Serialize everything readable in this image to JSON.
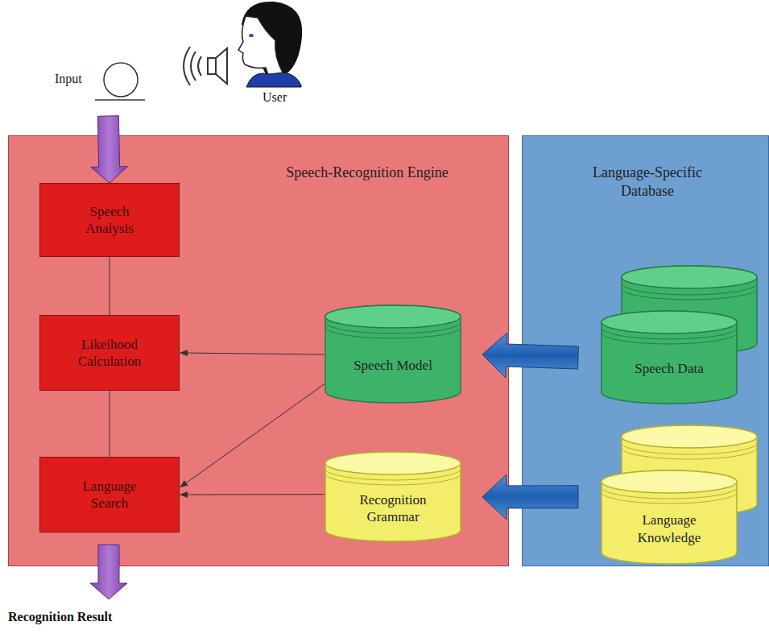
{
  "diagram": {
    "nodes": [
      {
        "text": [
          "Input"
        ]
      },
      {
        "text": [
          "Speech-Recognition Engine"
        ]
      },
      {
        "text": [
          "Speech Analysis"
        ],
        "in": 1
      },
      {
        "text": [
          "Likeihood Calculation"
        ],
        "in": 1
      },
      {
        "text": [
          "Language Search"
        ],
        "in": 1
      },
      {
        "text": [
          "Speech Model"
        ],
        "in": 1
      },
      {
        "text": [
          "Recognition Grammar"
        ],
        "in": 1
      },
      {
        "text": [
          "Language-Specific Database"
        ]
      },
      {
        "text": [
          "Speech Data"
        ],
        "in": 7
      },
      {
        "text": [
          "Language Knowledge"
        ],
        "in": 7
      }
    ],
    "edges": [
      {
        "from": 0,
        "to": 2,
        "arrow": "to"
      },
      {
        "from": 2,
        "to": 3,
        "arrow": "none"
      },
      {
        "from": 3,
        "to": 4,
        "arrow": "none"
      },
      {
        "from": 5,
        "to": 3,
        "arrow": "to"
      },
      {
        "from": 5,
        "to": 4,
        "arrow": "to"
      },
      {
        "from": 6,
        "to": 4,
        "arrow": "to"
      },
      {
        "from": 8,
        "to": 5,
        "arrow": "to"
      },
      {
        "from": 9,
        "to": 6,
        "arrow": "to"
      }
    ],
    "labels": [
      "User",
      "Recognition Result"
    ]
  }
}
